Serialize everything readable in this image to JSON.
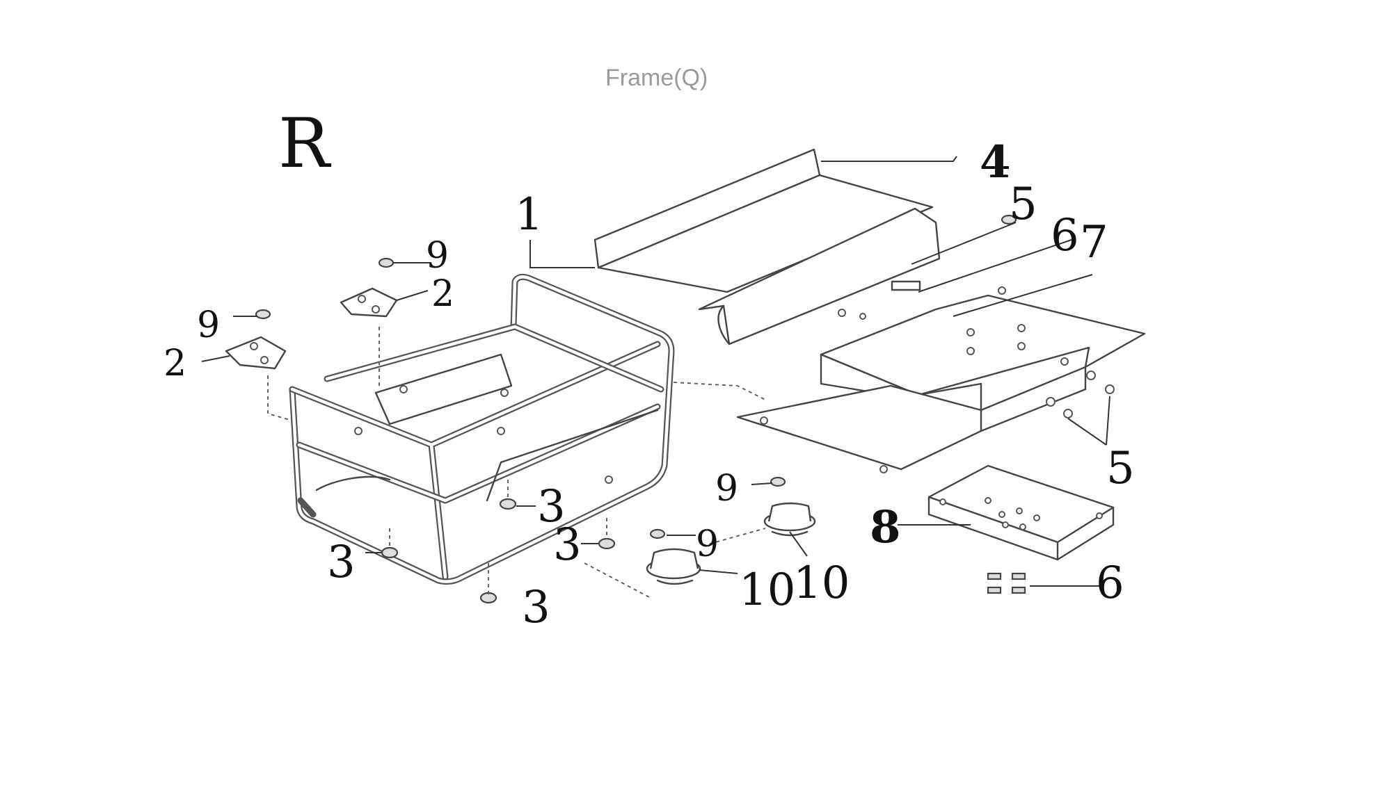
{
  "diagram": {
    "title": "Frame(Q)",
    "view_letter": "R",
    "callouts": [
      "1",
      "2",
      "2",
      "3",
      "3",
      "3",
      "3",
      "4",
      "5",
      "5",
      "6",
      "6",
      "7",
      "8",
      "9",
      "9",
      "9",
      "9",
      "10",
      "10"
    ]
  }
}
